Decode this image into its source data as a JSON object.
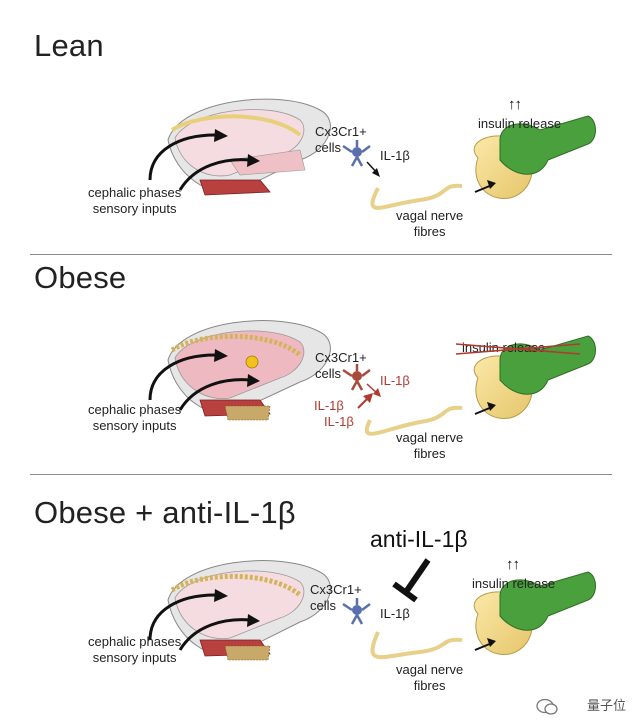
{
  "panels": [
    {
      "title": "Lean",
      "cephalic": [
        "cephalic phases",
        "sensory inputs"
      ],
      "cells": [
        "Cx3Cr1+",
        "cells"
      ],
      "il1b": "IL-1β",
      "vagal": [
        "vagal nerve",
        "fibres"
      ],
      "insulin": "insulin release",
      "arrows": "↑↑"
    },
    {
      "title": "Obese",
      "cephalic": [
        "cephalic phases",
        "sensory inputs"
      ],
      "cells": [
        "Cx3Cr1+",
        "cells"
      ],
      "il1b": "IL-1β",
      "il1b_extra": [
        "IL-1β",
        "IL-1β"
      ],
      "vagal": [
        "vagal nerve",
        "fibres"
      ],
      "insulin": "insulin release"
    },
    {
      "title": "Obese + anti-IL-1β",
      "anti": "anti-IL-1β",
      "cephalic": [
        "cephalic phases",
        "sensory inputs"
      ],
      "cells": [
        "Cx3Cr1+",
        "cells"
      ],
      "il1b": "IL-1β",
      "vagal": [
        "vagal nerve",
        "fibres"
      ],
      "insulin": "insulin release",
      "arrows": "↑↑"
    }
  ],
  "watermark": "量子位",
  "colors": {
    "red": "#b03a2e",
    "green": "#4aa03c",
    "pancreas": "#f0d58c",
    "nerve": "#e8d08a",
    "cell_blue": "#5b6fae",
    "brain_pink": "#f1c6cd",
    "bone": "#d9d9d9"
  },
  "icons": [
    "brain-icon",
    "microglia-cell-icon",
    "stomach-pancreas-icon",
    "wechat-icon"
  ]
}
